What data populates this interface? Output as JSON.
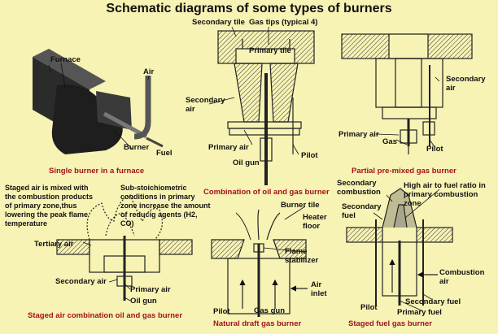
{
  "title": "Schematic diagrams of some types of burners",
  "panels": {
    "single": {
      "caption": "Single burner in a furnace",
      "labels": {
        "furnace": "Furnace",
        "air": "Air",
        "burner": "Burner",
        "fuel": "Fuel"
      }
    },
    "oil_gas": {
      "caption": "Combination of oil and gas burner",
      "labels": {
        "secondary_tile": "Secondary tile",
        "gas_tips": "Gas tips (typical 4)",
        "primary_tile": "Primary tile",
        "secondary_air": "Secondary air",
        "primary_air": "Primary air",
        "pilot": "Pilot",
        "oil_gun": "Oil gun"
      }
    },
    "premixed": {
      "caption": "Partial pre-mixed gas burner",
      "labels": {
        "secondary_air": "Secondary air",
        "primary_air": "Primary air",
        "gas": "Gas",
        "pilot": "Pilot"
      }
    },
    "staged_air": {
      "caption": "Staged air combination oil and gas burner",
      "labels": {
        "note": "Staged air is mixed with the combustion products of primary zone,thus lowering the peak flame temperature",
        "sub_note": "Sub-stoichiometric conditions in primary zone increase the amount of reducig agents (H2, CO)",
        "tertiary_air": "Tertiary air",
        "secondary_air": "Secondary air",
        "primary_air": "Primary air",
        "oil_gun": "Oil gun"
      }
    },
    "natural_draft": {
      "caption": "Natural draft gas burner",
      "labels": {
        "burner_tile": "Burner tile",
        "heater_floor": "Heater floor",
        "flame_stabilizer": "Flame stabilizer",
        "air_inlet": "Air inlet",
        "pilot": "Pilot",
        "gas_gun": "Gas gun"
      }
    },
    "staged_fuel": {
      "caption": "Staged fuel gas burner",
      "labels": {
        "secondary_combustion": "Secondary combustion",
        "high_air": "High air to fuel ratio in primary combustion zone",
        "secondary_fuel": "Secondary fuel",
        "secondary_fuel_2": "Secondary fuel",
        "combustion_air": "Combustion air",
        "pilot": "Pilot",
        "primary_fuel": "Primary fuel"
      }
    }
  },
  "colors": {
    "background": "#f7f3b4",
    "caption": "#a3121a",
    "ink": "#111111"
  }
}
